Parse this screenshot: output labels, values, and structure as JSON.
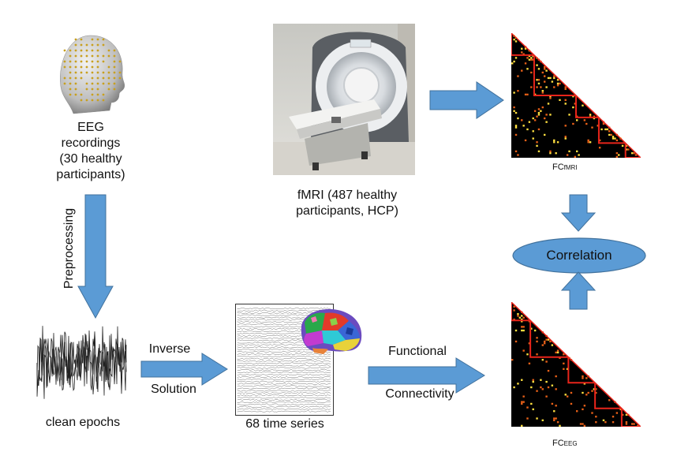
{
  "eeg": {
    "line1": "EEG",
    "line2": "recordings",
    "line3": "(30 healthy",
    "line4": "participants)"
  },
  "fmri": {
    "line1": "fMRI (487 healthy",
    "line2": "participants, HCP)"
  },
  "preprocessing_label": "Preprocessing",
  "clean_epochs_label": "clean epochs",
  "inverse_solution": {
    "line1": "Inverse",
    "line2": "Solution"
  },
  "time_series_label": "68 time series",
  "functional_connectivity": {
    "line1": "Functional",
    "line2": "Connectivity"
  },
  "fc_fmri": {
    "main": "FC",
    "sub": "fMRI"
  },
  "fc_eeg": {
    "main": "FC",
    "sub": "EEG"
  },
  "correlation_label": "Correlation",
  "colors": {
    "arrow_fill": "#5b9bd5",
    "arrow_stroke": "#41719c",
    "matrix_bg": "#000000",
    "matrix_red": "#e8241a",
    "matrix_yellow": "#ffe040",
    "ellipse_fill": "#5b9bd5"
  }
}
